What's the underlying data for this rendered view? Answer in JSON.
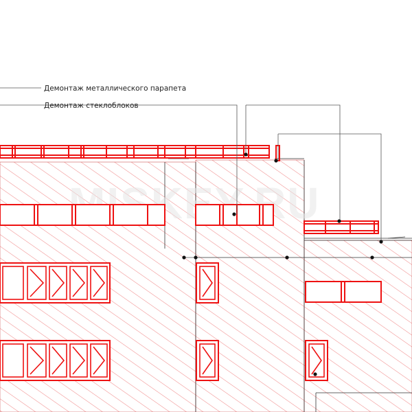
{
  "annotations": {
    "parapet_removal": "Демонтаж металлического парапета",
    "glassblock_removal": "Демонтаж стеклоблоков"
  },
  "watermark": "MISKEY.RU",
  "colors": {
    "demolition": "#ee1111",
    "hatch": "#f08080",
    "line": "#222222",
    "leader": "#555555"
  }
}
